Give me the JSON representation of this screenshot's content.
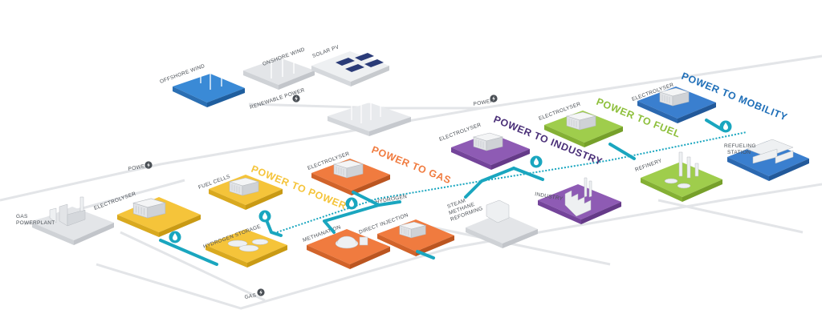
{
  "labels": {
    "offshore_wind": "OFFSHORE WIND",
    "onshore_wind": "ONSHORE WIND",
    "solar_pv": "SOLAR PV",
    "renewable_power": "RENEWABLE POWER",
    "power_top": "POWER",
    "power_left": "POWER",
    "gas": "GAS",
    "gas_powerplant_1": "GAS",
    "gas_powerplant_2": "POWERPLANT",
    "electrolyser_ptp": "ELECTROLYSER",
    "fuel_cells": "FUEL CELLS",
    "hydrogen_storage": "HYDROGEN STORAGE",
    "electrolyser_ptg": "ELECTROLYSER",
    "hydrogen": "HYDROGEN",
    "methanation": "METHANATION",
    "direct_injection": "DIRECT INJECTION",
    "steam_1": "STEAM",
    "steam_2": "METHANE",
    "steam_3": "REFORMING",
    "electrolyser_pti": "ELECTROLYSER",
    "industry": "INDUSTRY",
    "electrolyser_ptf": "ELECTROLYSER",
    "refinery": "REFINERY",
    "electrolyser_ptm": "ELECTROLYSER",
    "refueling_1": "REFUELING",
    "refueling_2": "STATION"
  },
  "headings": {
    "power_to_power": "POWER TO POWER",
    "power_to_gas": "POWER TO GAS",
    "power_to_industry": "POWER TO INDUSTRY",
    "power_to_fuel": "POWER TO FUEL",
    "power_to_mobility": "POWER TO MOBILITY"
  },
  "colors": {
    "yellow": "#f5c43a",
    "orange": "#f07b3f",
    "purple": "#8e5bb4",
    "green": "#9fcd4c",
    "blue": "#3a7fcf",
    "teal": "#1aa6bf",
    "grey": "#d9dbde"
  },
  "icons": [
    "power-bolt-icon",
    "hydrogen-drop-icon",
    "wind-turbine-icon",
    "solar-panel-icon",
    "factory-icon",
    "container-icon"
  ]
}
